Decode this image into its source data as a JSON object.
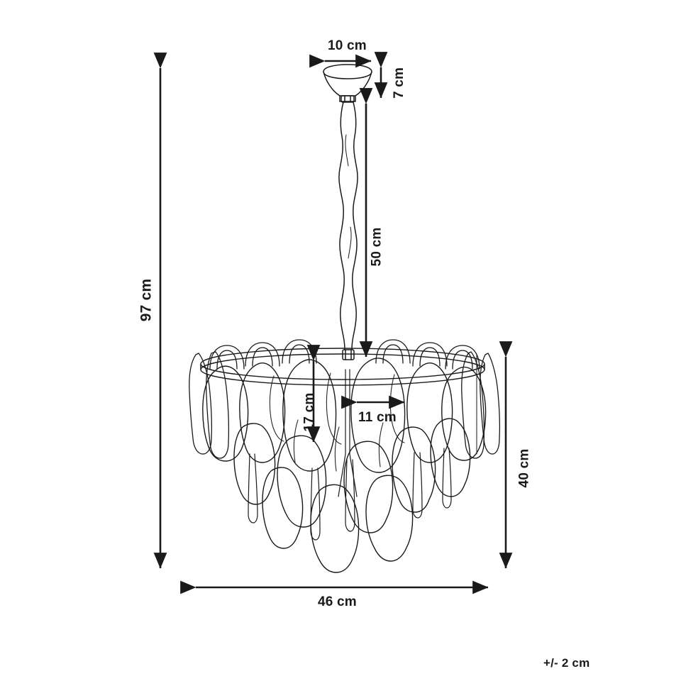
{
  "drawing": {
    "title": "Chandelier technical dimension drawing",
    "product": "tiered glass-petal chandelier",
    "unit": "cm",
    "line_color": "#1a1a1a",
    "dimension_color": "#1a1a1a",
    "background_color": "#ffffff",
    "tolerance_note": "+/- 2 cm"
  },
  "dimensions": {
    "total_height": {
      "label": "97 cm",
      "value": 97,
      "unit": "cm",
      "orientation": "vertical",
      "position": "left"
    },
    "rod_height": {
      "label": "50 cm",
      "value": 50,
      "unit": "cm",
      "orientation": "vertical",
      "position": "center"
    },
    "canopy_diameter": {
      "label": "10 cm",
      "value": 10,
      "unit": "cm",
      "orientation": "horizontal",
      "position": "top"
    },
    "canopy_height": {
      "label": "7 cm",
      "value": 7,
      "unit": "cm",
      "orientation": "vertical",
      "position": "top-right"
    },
    "petal_height": {
      "label": "17 cm",
      "value": 17,
      "unit": "cm",
      "orientation": "vertical",
      "position": "center-left"
    },
    "petal_width": {
      "label": "11 cm",
      "value": 11,
      "unit": "cm",
      "orientation": "horizontal",
      "position": "center"
    },
    "shade_height": {
      "label": "40 cm",
      "value": 40,
      "unit": "cm",
      "orientation": "vertical",
      "position": "right"
    },
    "shade_diameter": {
      "label": "46 cm",
      "value": 46,
      "unit": "cm",
      "orientation": "horizontal",
      "position": "bottom"
    }
  },
  "icons": {
    "arrow_double_vertical": "double-headed-vertical-arrow",
    "arrow_double_horizontal": "double-headed-horizontal-arrow"
  }
}
